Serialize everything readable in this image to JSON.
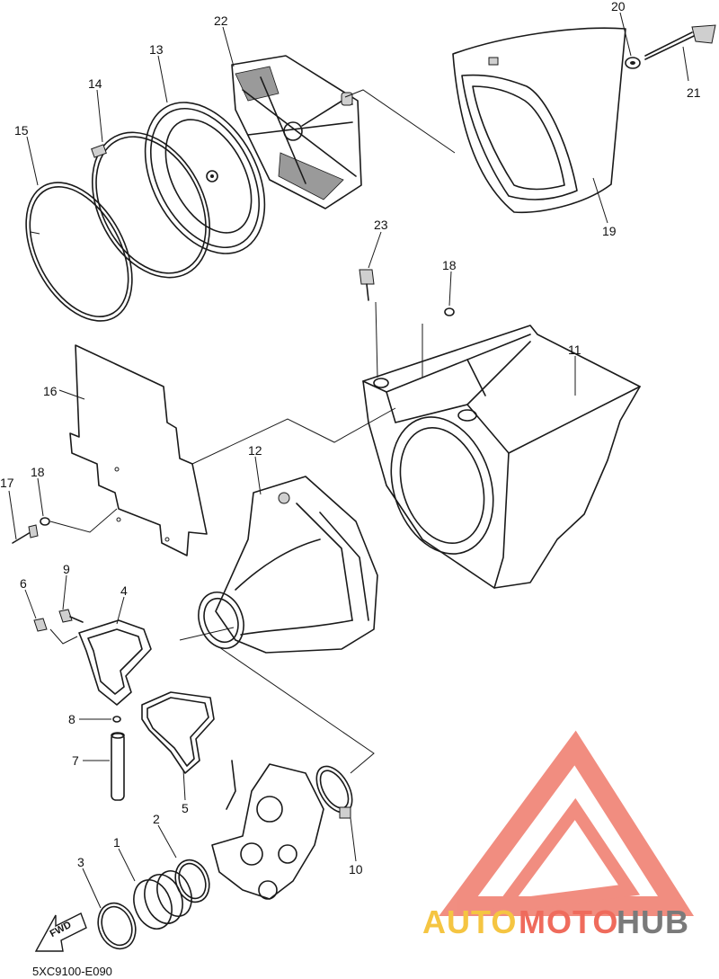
{
  "callouts": {
    "n1": "1",
    "n2": "2",
    "n3": "3",
    "n4": "4",
    "n5": "5",
    "n6": "6",
    "n7": "7",
    "n8": "8",
    "n9": "9",
    "n10": "10",
    "n11": "11",
    "n12": "12",
    "n13": "13",
    "n14": "14",
    "n15": "15",
    "n16": "16",
    "n17": "17",
    "n18a": "18",
    "n18b": "18",
    "n19": "19",
    "n20": "20",
    "n21": "21",
    "n22": "22",
    "n23": "23"
  },
  "diagram_code": "5XC9100-E090",
  "fwd_label": "FWD",
  "watermark": {
    "word1": "AUTO",
    "word2": "MOTO",
    "word3": "HUB"
  },
  "colors": {
    "logo_red": "#ef6b5c",
    "logo_yellow": "#f5c542",
    "logo_grey": "#7a7a7a"
  }
}
